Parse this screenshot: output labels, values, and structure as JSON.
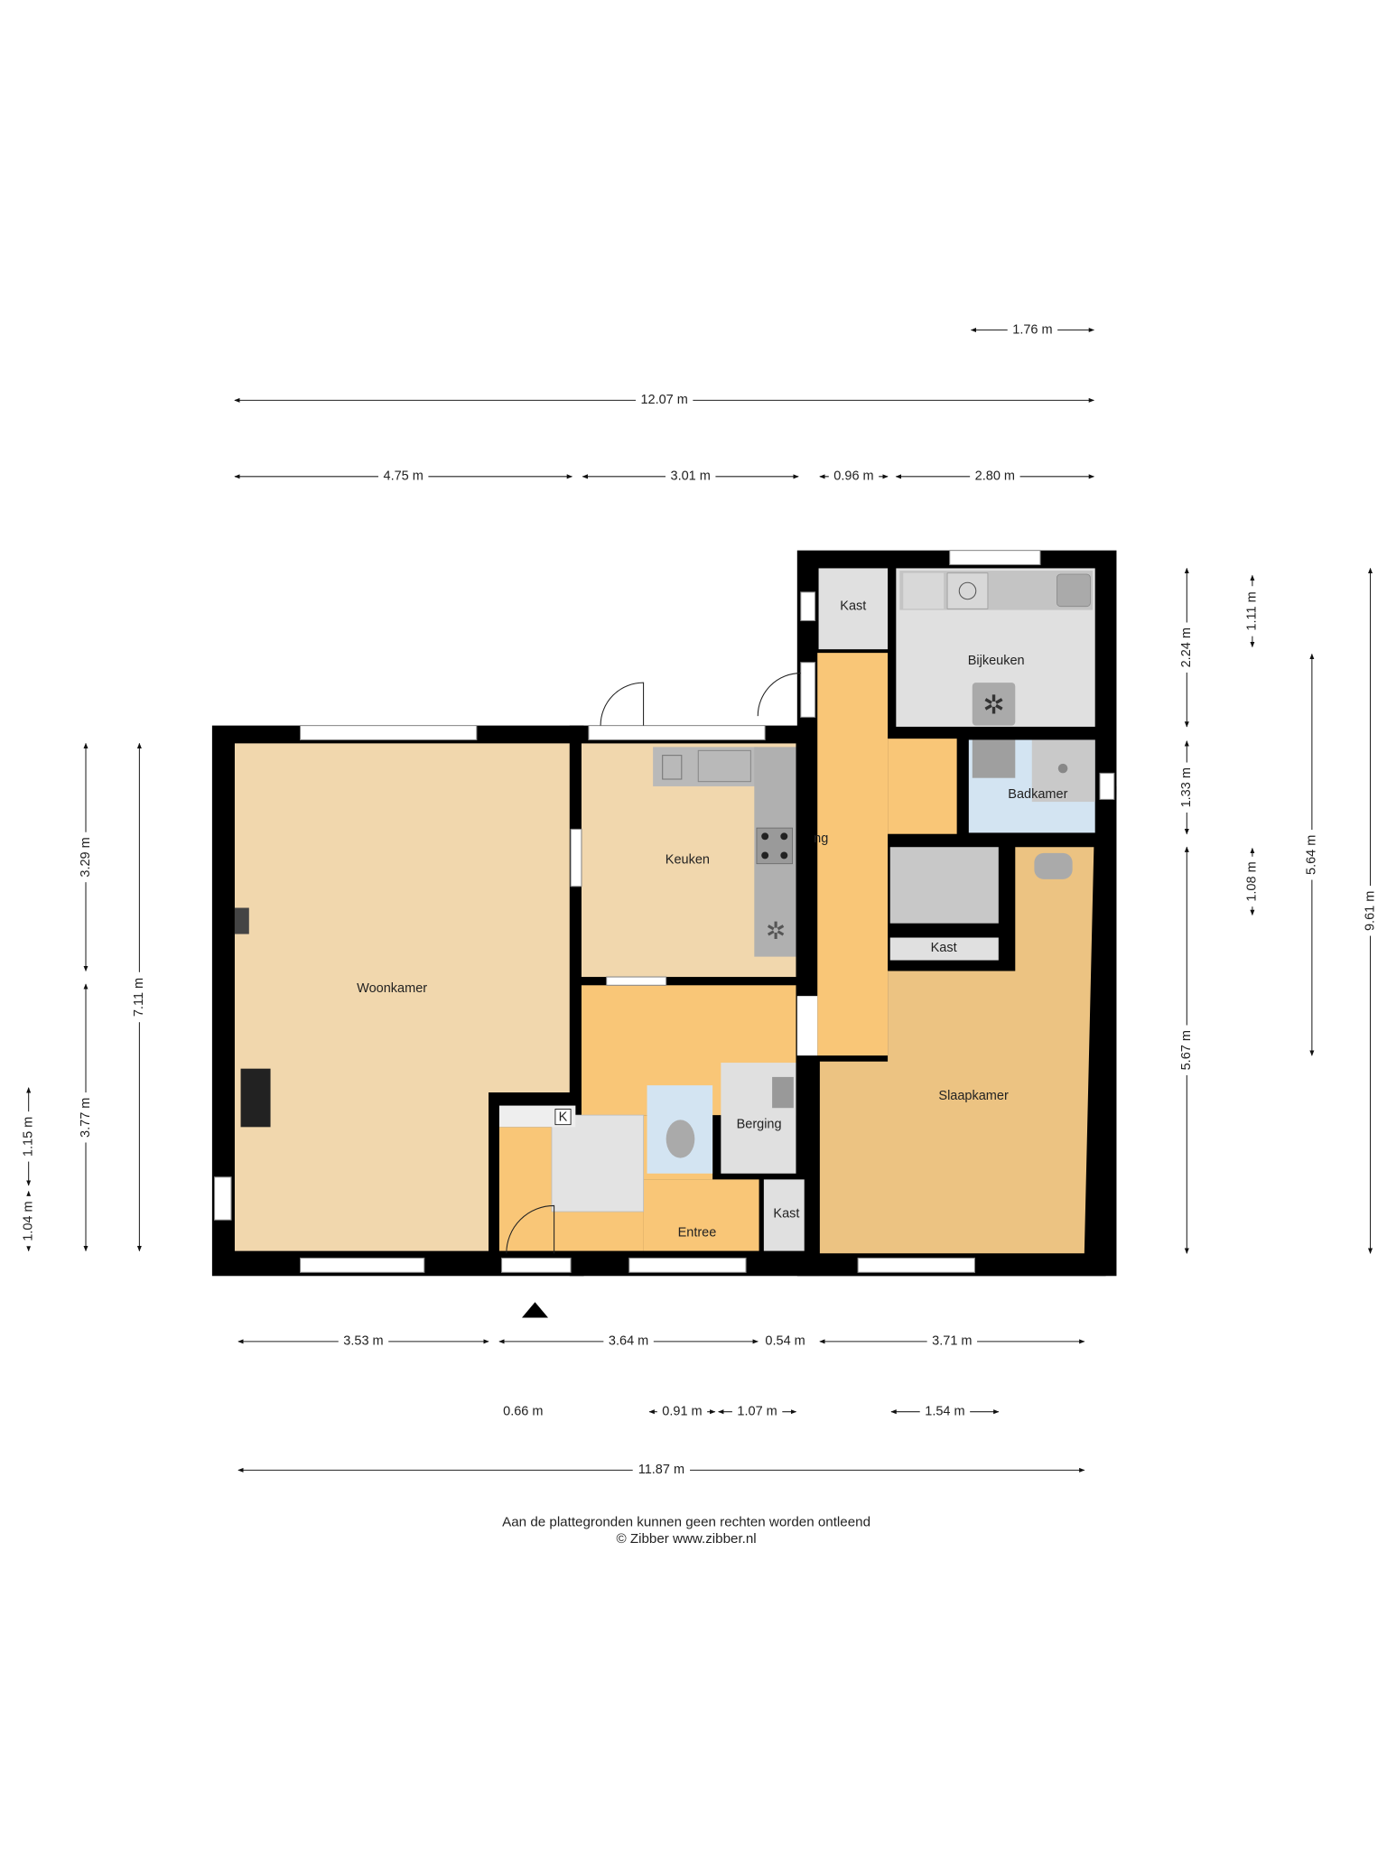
{
  "rooms": {
    "woonkamer": "Woonkamer",
    "keuken": "Keuken",
    "gang_partial": "ng",
    "bijkeuken": "Bijkeuken",
    "kast_top": "Kast",
    "badkamer": "Badkamer",
    "kast_mid": "Kast",
    "slaapkamer": "Slaapkamer",
    "berging": "Berging",
    "entree": "Entree",
    "kast_entree": "Kast",
    "meter_k": "K"
  },
  "colors": {
    "living": "#f1d7ad",
    "hall": "#f9c677",
    "bedroom": "#ecc382",
    "utility": "#e0e0e0",
    "bath": "#d3e4f2",
    "wall": "#000000"
  },
  "dimensions": {
    "top": [
      "1.76 m",
      "12.07 m",
      "4.75 m",
      "3.01 m",
      "0.96 m",
      "2.80 m"
    ],
    "bottom": [
      "3.53 m",
      "3.64 m",
      "0.54 m",
      "3.71 m",
      "0.66 m",
      "0.91 m",
      "1.07 m",
      "1.54 m",
      "11.87 m"
    ],
    "left": [
      "3.29 m",
      "3.77 m",
      "7.11 m",
      "1.15 m",
      "1.04 m"
    ],
    "right": [
      "2.24 m",
      "1.33 m",
      "5.67 m",
      "1.11 m",
      "1.08 m",
      "5.64 m",
      "9.61 m"
    ]
  },
  "footer": {
    "disclaimer": "Aan de plattegronden kunnen geen rechten worden ontleend",
    "copyright": "© Zibber www.zibber.nl"
  }
}
